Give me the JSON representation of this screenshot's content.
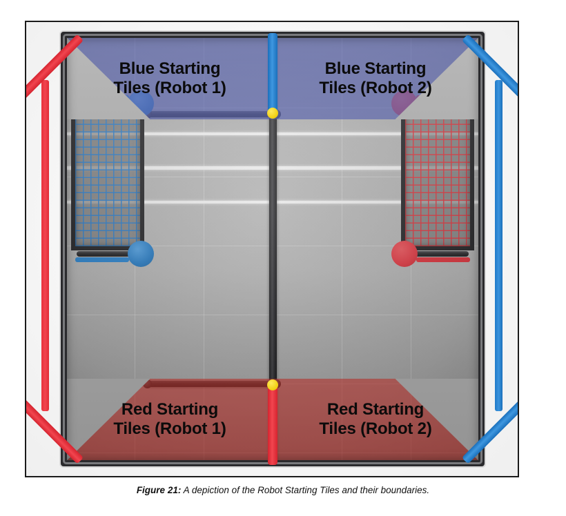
{
  "figure": {
    "number_label": "Figure 21:",
    "caption": "A depiction of the Robot Starting Tiles and their boundaries."
  },
  "field": {
    "zones": {
      "blue": [
        {
          "id": "blue-robot-1",
          "label": "Blue Starting\nTiles (Robot 1)",
          "alliance": "blue",
          "robot": "Robot 1",
          "position": "top-left"
        },
        {
          "id": "blue-robot-2",
          "label": "Blue Starting\nTiles (Robot 2)",
          "alliance": "blue",
          "robot": "Robot 2",
          "position": "top-right"
        }
      ],
      "red": [
        {
          "id": "red-robot-1",
          "label": "Red Starting\nTiles (Robot 1)",
          "alliance": "red",
          "robot": "Robot 1",
          "position": "bottom-left"
        },
        {
          "id": "red-robot-2",
          "label": "Red Starting\nTiles (Robot 2)",
          "alliance": "red",
          "robot": "Robot 2",
          "position": "bottom-right"
        }
      ]
    },
    "boundary_markers": {
      "diagonal_corner_bars": [
        {
          "corner": "top-left",
          "color": "red"
        },
        {
          "corner": "top-right",
          "color": "blue"
        },
        {
          "corner": "bottom-left",
          "color": "red"
        },
        {
          "corner": "bottom-right",
          "color": "blue"
        }
      ],
      "center_bars": [
        {
          "position": "top-center",
          "color": "blue",
          "pin": "yellow"
        },
        {
          "position": "bottom-center",
          "color": "red",
          "pin": "yellow"
        }
      ],
      "side_bars": [
        {
          "position": "left-outside",
          "color": "red"
        },
        {
          "position": "right-outside",
          "color": "blue"
        }
      ]
    },
    "goals": [
      {
        "side": "left",
        "alliance": "blue",
        "net_color": "blue"
      },
      {
        "side": "right",
        "alliance": "red",
        "net_color": "red"
      }
    ],
    "tape_lines": {
      "count": 3,
      "color": "white",
      "orientation": "horizontal"
    }
  },
  "colors": {
    "blue_zone": "#3946a5",
    "red_zone": "#c42e28",
    "blue_marker": "#2382d2",
    "red_marker": "#e8313c",
    "pin_yellow": "#f2d014",
    "frame_dark": "#2a2a2d",
    "mat_gray": "#b4b4b4",
    "tape_white": "#f4f4f4"
  }
}
